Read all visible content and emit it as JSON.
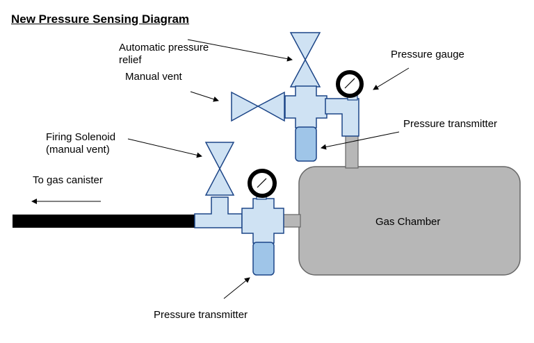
{
  "title": "New Pressure Sensing Diagram",
  "labels": {
    "auto_relief_line1": "Automatic pressure",
    "auto_relief_line2": "relief",
    "manual_vent": "Manual vent",
    "pressure_gauge": "Pressure gauge",
    "pressure_transmitter_top": "Pressure transmitter",
    "firing_solenoid_line1": "Firing Solenoid",
    "firing_solenoid_line2": "(manual vent)",
    "to_gas_canister": "To gas canister",
    "gas_chamber": "Gas Chamber",
    "pressure_transmitter_bottom": "Pressure transmitter"
  },
  "colors": {
    "fitting_fill": "#cfe2f3",
    "fitting_stroke": "#1c4587",
    "transmitter_fill": "#9fc5e8",
    "chamber_fill": "#b7b7b7",
    "chamber_stroke": "#666666",
    "stem_fill": "#b7b7b7",
    "pipe": "#000000",
    "gauge_ring": "#000000"
  }
}
